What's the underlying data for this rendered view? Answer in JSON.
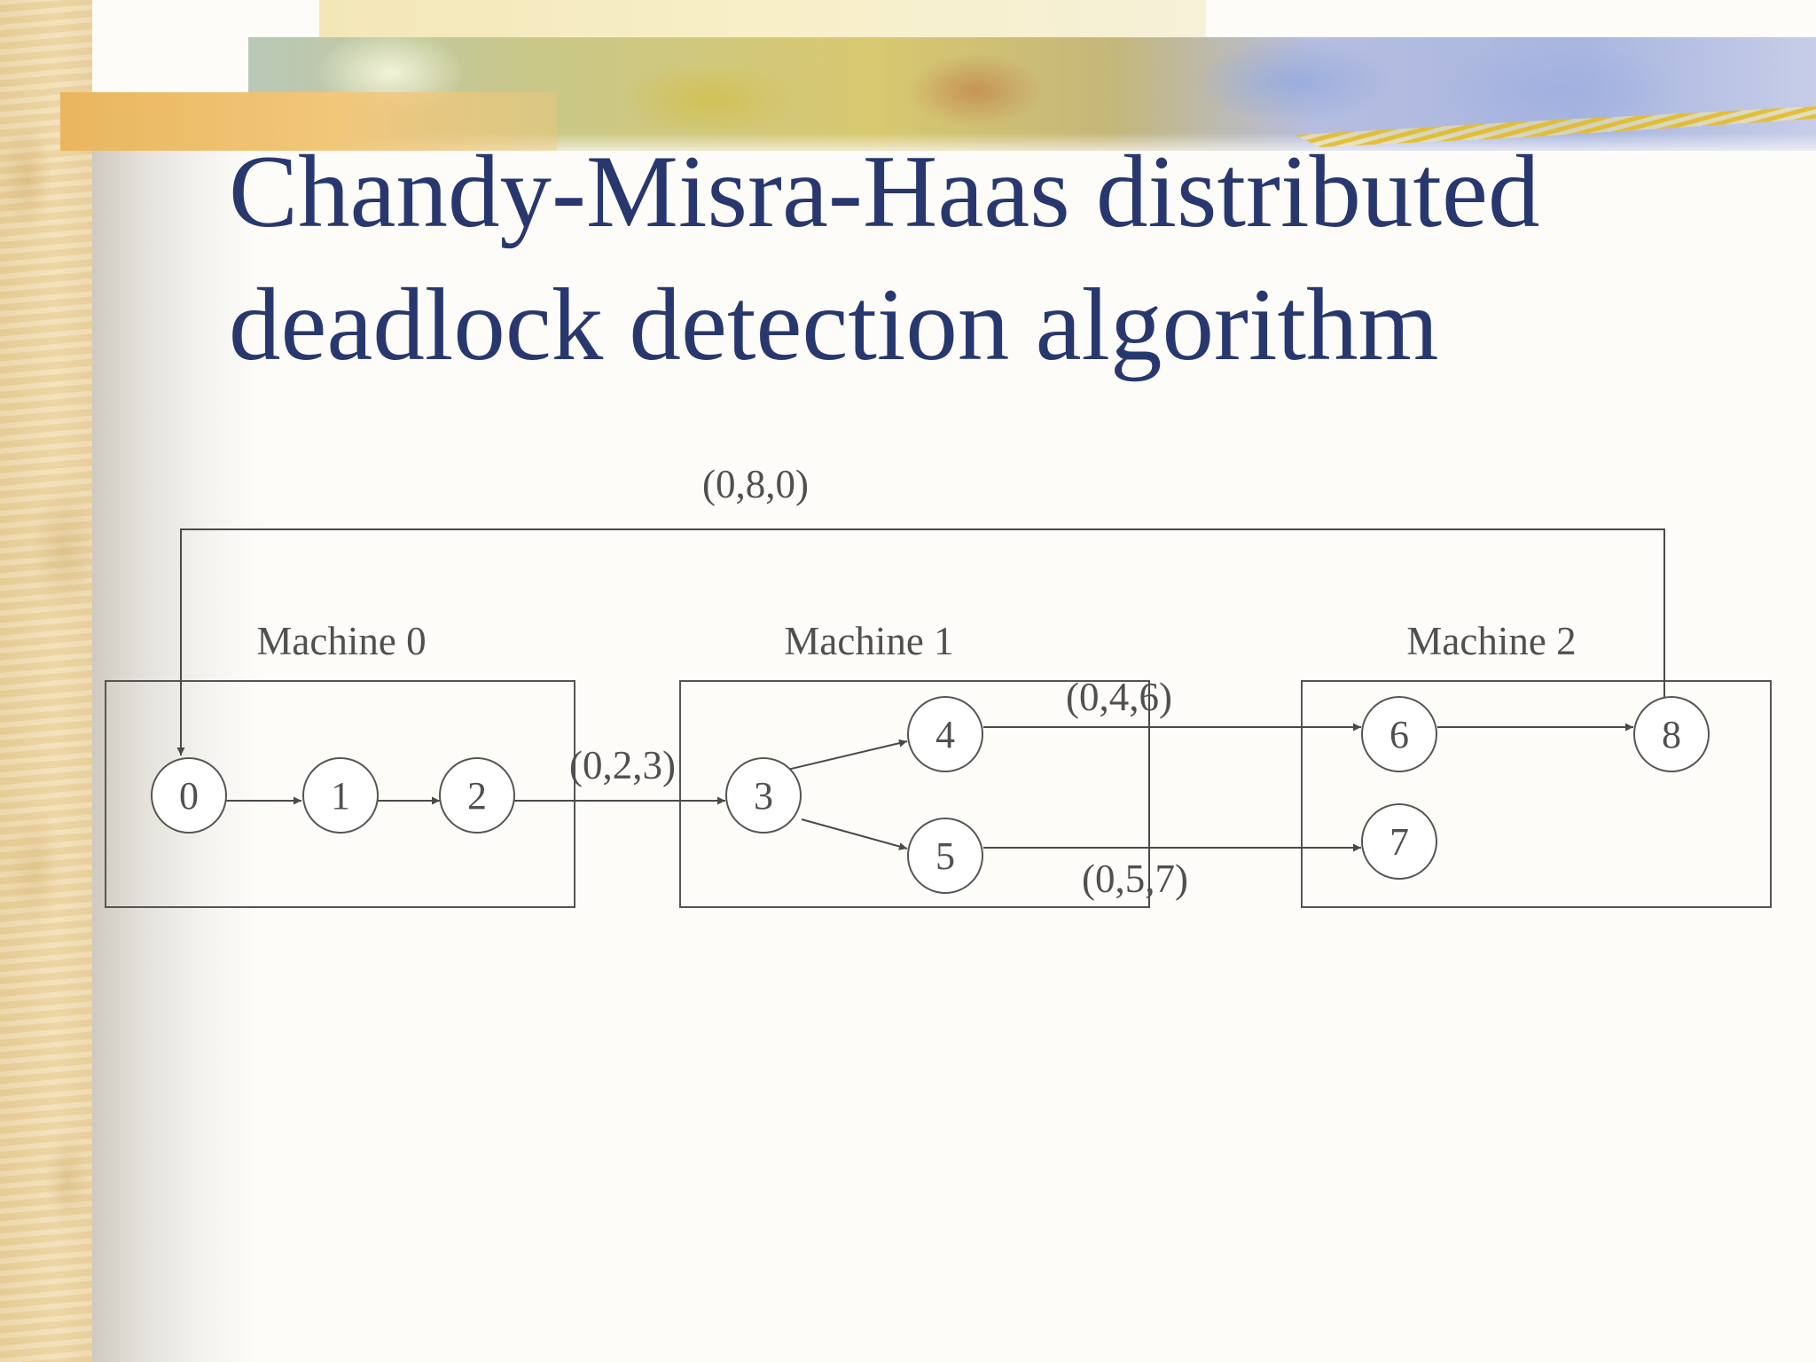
{
  "slide": {
    "title_lines": [
      "Chandy-Misra-Haas distributed",
      "deadlock detection algorithm"
    ]
  },
  "diagram": {
    "machines": [
      {
        "id": "m0",
        "label": "Machine 0"
      },
      {
        "id": "m1",
        "label": "Machine 1"
      },
      {
        "id": "m2",
        "label": "Machine 2"
      }
    ],
    "nodes": [
      "0",
      "1",
      "2",
      "3",
      "4",
      "5",
      "6",
      "7",
      "8"
    ],
    "edges": [
      {
        "from": "0",
        "to": "1"
      },
      {
        "from": "1",
        "to": "2"
      },
      {
        "from": "2",
        "to": "3",
        "label": "(0,2,3)"
      },
      {
        "from": "3",
        "to": "4"
      },
      {
        "from": "3",
        "to": "5"
      },
      {
        "from": "4",
        "to": "6",
        "label": "(0,4,6)"
      },
      {
        "from": "5",
        "to": "7",
        "label": "(0,5,7)"
      },
      {
        "from": "6",
        "to": "8"
      },
      {
        "from": "8",
        "to": "0",
        "label": "(0,8,0)"
      }
    ]
  },
  "colors": {
    "title": "#28386f",
    "diagram_stroke": "#4a4a4a",
    "diagram_text": "#505050"
  }
}
